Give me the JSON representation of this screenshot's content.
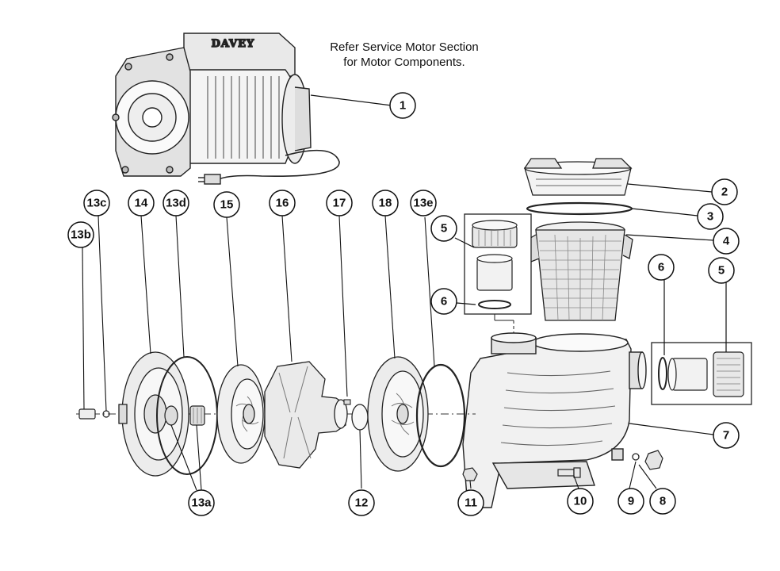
{
  "note": {
    "line1": "Refer Service Motor Section",
    "line2": "for Motor Components."
  },
  "brand": "DAVEY",
  "callouts": {
    "c1": "1",
    "c2": "2",
    "c3": "3",
    "c4": "4",
    "c5a": "5",
    "c5b": "5",
    "c6a": "6",
    "c6b": "6",
    "c7": "7",
    "c8": "8",
    "c9": "9",
    "c10": "10",
    "c11": "11",
    "c12": "12",
    "c13a": "13a",
    "c13b": "13b",
    "c13c": "13c",
    "c13d": "13d",
    "c13e": "13e",
    "c14": "14",
    "c15": "15",
    "c16": "16",
    "c17": "17",
    "c18": "18"
  }
}
